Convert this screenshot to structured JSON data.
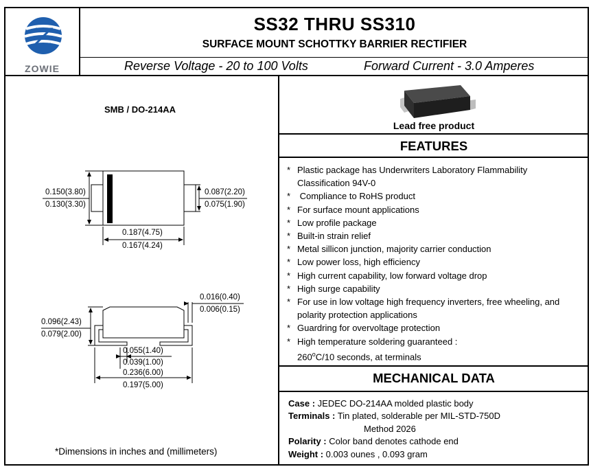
{
  "header": {
    "logo_text": "ZOWIE",
    "title": "SS32 THRU SS310",
    "subtitle": "SURFACE MOUNT SCHOTTKY BARRIER RECTIFIER",
    "reverse_voltage": "Reverse Voltage - 20 to 100 Volts",
    "forward_current": "Forward Current - 3.0 Amperes"
  },
  "drawing": {
    "package_label": "SMB / DO-214AA",
    "top_view": {
      "height_max": "0.150(3.80)",
      "height_min": "0.130(3.30)",
      "lead_max": "0.087(2.20)",
      "lead_min": "0.075(1.90)",
      "length_max": "0.187(4.75)",
      "length_min": "0.167(4.24)"
    },
    "side_view": {
      "lead_thick_max": "0.016(0.40)",
      "lead_thick_min": "0.006(0.15)",
      "height_max": "0.096(2.43)",
      "height_min": "0.079(2.00)",
      "foot_max": "0.055(1.40)",
      "foot_min": "0.039(1.00)",
      "overall_max": "0.236(6.00)",
      "overall_min": "0.197(5.00)"
    },
    "note": "*Dimensions in inches and (millimeters)"
  },
  "product": {
    "lead_free": "Lead free product"
  },
  "features": {
    "title": "FEATURES",
    "items": [
      "Plastic package has Underwriters Laboratory Flammability Classification 94V-0",
      " Compliance to RoHS product",
      "For surface mount applications",
      "Low profile package",
      "Built-in strain relief",
      "Metal sillicon junction, majority carrier conduction",
      "Low power loss, high efficiency",
      "High current capability, low forward voltage drop",
      "High surge capability",
      "For use in low voltage high frequency inverters, free wheeling, and polarity protection applications",
      "Guardring for overvoltage protection"
    ],
    "last_item": {
      "line1": "High temperature soldering guaranteed :",
      "line2_pre": "260",
      "line2_sup": "o",
      "line2_post": "C/10 seconds, at terminals"
    }
  },
  "mechanical": {
    "title": "MECHANICAL DATA",
    "case_label": "Case :",
    "case_value": " JEDEC DO-214AA molded plastic body",
    "terminals_label": "Terminals :",
    "terminals_value": " Tin plated, solderable per MIL-STD-750D",
    "terminals_value2": "Method 2026",
    "polarity_label": "Polarity :",
    "polarity_value": " Color band denotes cathode end",
    "weight_label": "Weight :",
    "weight_value": " 0.003 ounes , 0.093 gram"
  },
  "colors": {
    "logo_blue": "#1f5fae",
    "logo_gray": "#6b6f77",
    "chip_body": "#2a2a2a",
    "chip_lead": "#bdbdbd"
  }
}
